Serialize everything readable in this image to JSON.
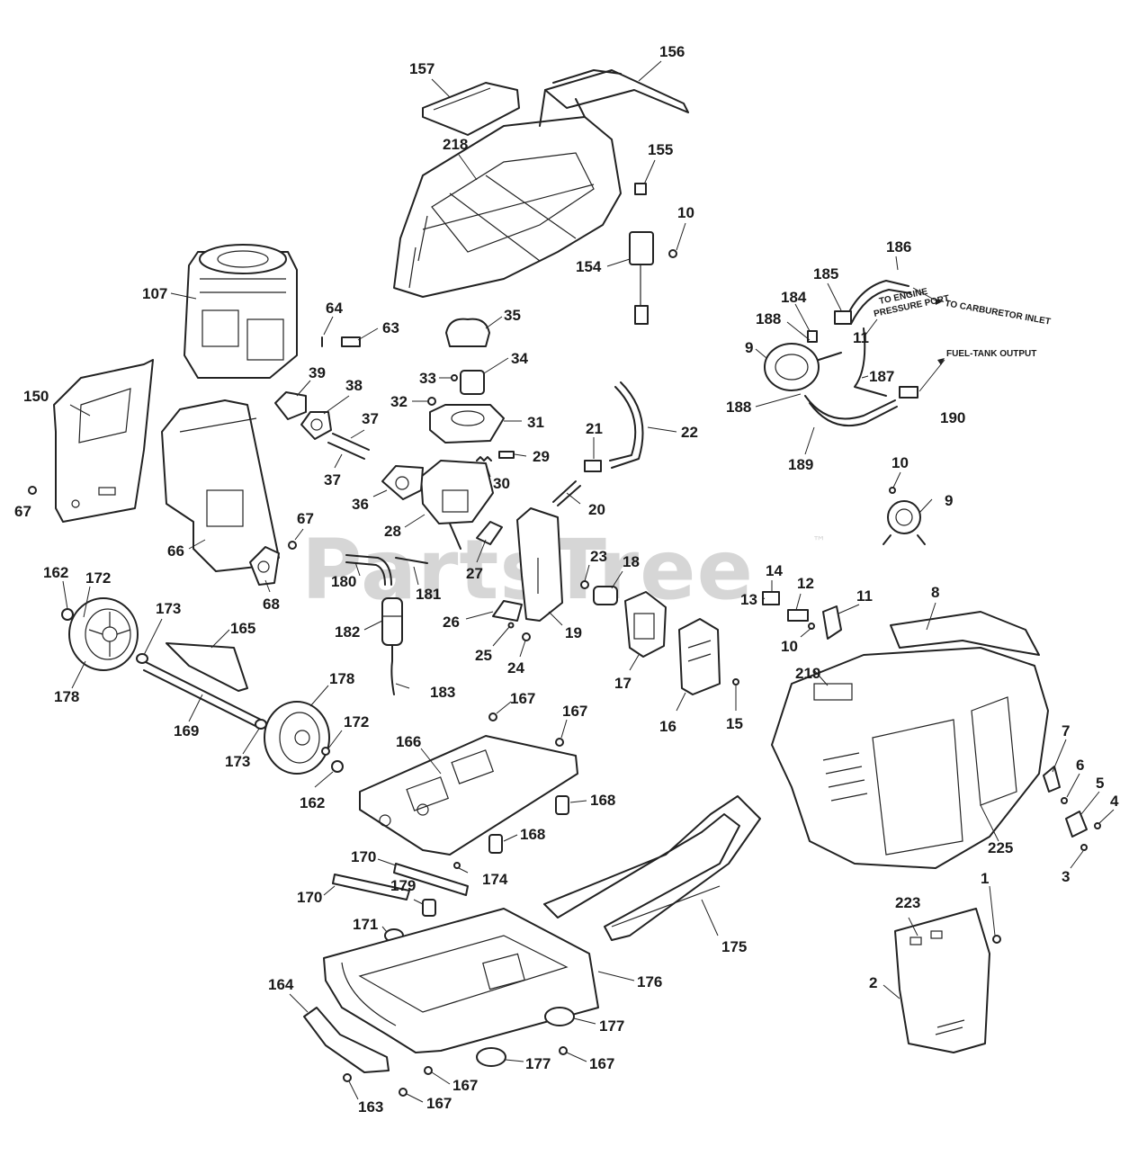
{
  "watermark": {
    "text": "PartsTree",
    "trademark": "™"
  },
  "annotations": {
    "to_carburetor_inlet": "TO CARBURETOR INLET",
    "to_engine_pressure_port_line1": "TO ENGINE",
    "to_engine_pressure_port_line2": "PRESSURE PORT",
    "fuel_tank_output": "FUEL-TANK OUTPUT"
  },
  "callouts": {
    "c157": "157",
    "c156": "156",
    "c218": "218",
    "c155": "155",
    "c10a": "10",
    "c154": "154",
    "c186": "186",
    "c185": "185",
    "c184": "184",
    "c188a": "188",
    "c11a": "11",
    "c9a": "9",
    "c187": "187",
    "c188b": "188",
    "c190": "190",
    "c189": "189",
    "c10b": "10",
    "c9b": "9",
    "c107": "107",
    "c64": "64",
    "c63": "63",
    "c35": "35",
    "c34": "34",
    "c33": "33",
    "c32": "32",
    "c31": "31",
    "c22": "22",
    "c21": "21",
    "c29": "29",
    "c30": "30",
    "c20": "20",
    "c39": "39",
    "c38": "38",
    "c37a": "37",
    "c37b": "37",
    "c36": "36",
    "c28": "28",
    "c150": "150",
    "c67a": "67",
    "c66": "66",
    "c67b": "67",
    "c68": "68",
    "c27": "27",
    "c23": "23",
    "c18": "18",
    "c14": "14",
    "c12": "12",
    "c13": "13",
    "c11b": "11",
    "c8": "8",
    "c180": "180",
    "c181": "181",
    "c182": "182",
    "c26": "26",
    "c19": "19",
    "c25": "25",
    "c24": "24",
    "c17": "17",
    "c10c": "10",
    "c16": "16",
    "c15": "15",
    "c219": "219",
    "c162a": "162",
    "c172a": "172",
    "c173a": "173",
    "c165": "165",
    "c178a": "178",
    "c183": "183",
    "c169": "169",
    "c178b": "178",
    "c172b": "172",
    "c173b": "173",
    "c162b": "162",
    "c167a": "167",
    "c167b": "167",
    "c166": "166",
    "c168a": "168",
    "c168b": "168",
    "c7": "7",
    "c6": "6",
    "c5": "5",
    "c4": "4",
    "c3": "3",
    "c225": "225",
    "c170a": "170",
    "c170b": "170",
    "c174": "174",
    "c179": "179",
    "c171": "171",
    "c175": "175",
    "c1": "1",
    "c223": "223",
    "c2": "2",
    "c176": "176",
    "c164": "164",
    "c177a": "177",
    "c177b": "177",
    "c167c": "167",
    "c167d": "167",
    "c163": "163",
    "c167e": "167"
  }
}
